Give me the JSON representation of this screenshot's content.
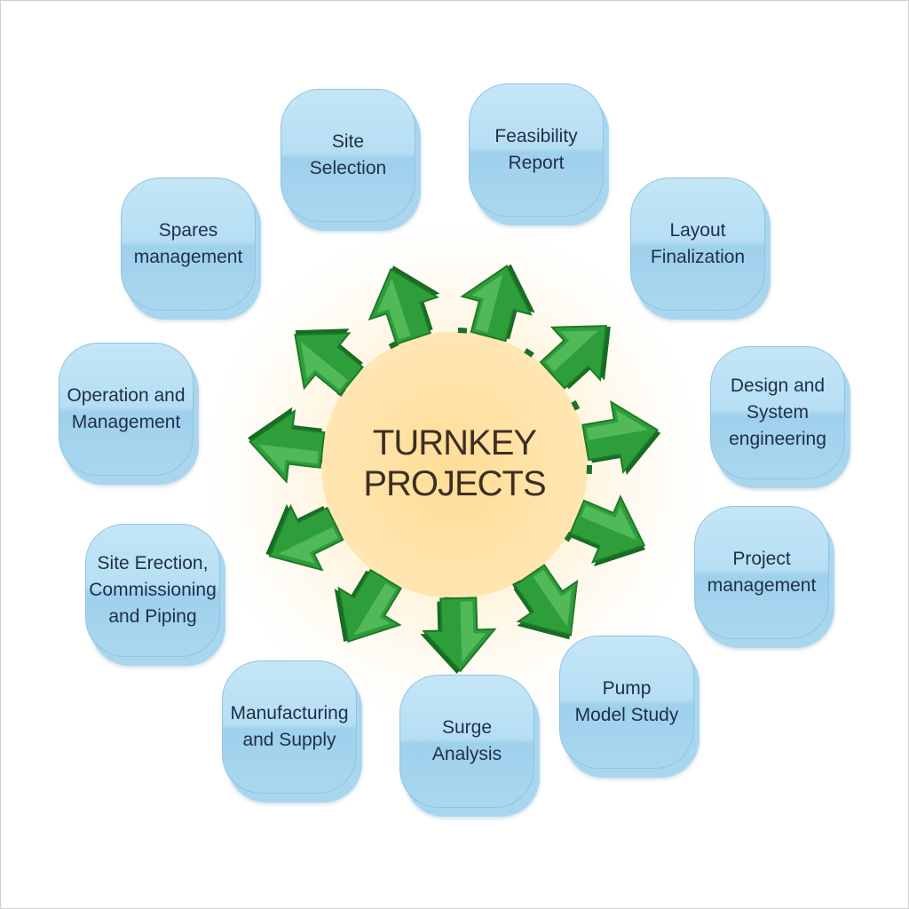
{
  "center": {
    "line1": "TURNKEY",
    "line2": "PROJECTS"
  },
  "nodes": [
    {
      "id": "site-selection",
      "label": "Site\nSelection"
    },
    {
      "id": "feasibility-report",
      "label": "Feasibility\nReport"
    },
    {
      "id": "layout-finalization",
      "label": "Layout\nFinalization"
    },
    {
      "id": "design-system-engineering",
      "label": "Design and\nSystem\nengineering"
    },
    {
      "id": "project-management",
      "label": "Project\nmanagement"
    },
    {
      "id": "pump-model-study",
      "label": "Pump\nModel Study"
    },
    {
      "id": "surge-analysis",
      "label": "Surge\nAnalysis"
    },
    {
      "id": "manufacturing-supply",
      "label": "Manufacturing\nand Supply"
    },
    {
      "id": "site-erection",
      "label": "Site Erection,\nCommissioning\nand Piping"
    },
    {
      "id": "operation-management",
      "label": "Operation and\nManagement"
    },
    {
      "id": "spares-management",
      "label": "Spares\nmanagement"
    }
  ],
  "colors": {
    "node_fill": "#b6def3",
    "arrow_green": "#2e9e3a",
    "center_glow": "#ffdd96",
    "text": "#1f2f48"
  }
}
